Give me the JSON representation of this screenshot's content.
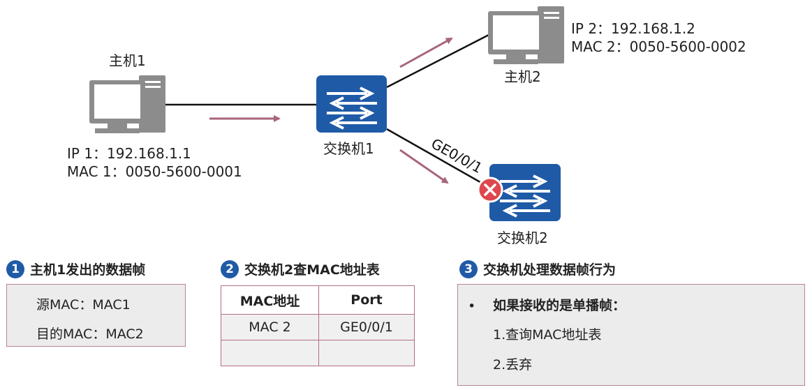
{
  "host1": {
    "name": "主机1",
    "ip": "IP 1：192.168.1.1",
    "mac": "MAC 1：0050-5600-0001"
  },
  "host2": {
    "name": "主机2",
    "ip": "IP 2：192.168.1.2",
    "mac": "MAC 2：0050-5600-0002"
  },
  "switch1": {
    "name": "交换机1"
  },
  "switch2": {
    "name": "交换机2"
  },
  "link_label": "GE0/0/1",
  "colors": {
    "switch_blue": "#1f5aa6",
    "arrow": "#a8647e",
    "error_red": "#e0464d",
    "pc_gray": "#8c8c8c"
  },
  "section1": {
    "num": "1",
    "title": "主机1发出的数据帧",
    "src": "源MAC：MAC1",
    "dst": "目的MAC：MAC2"
  },
  "section2": {
    "num": "2",
    "title": "交换机2查MAC地址表",
    "headers": [
      "MAC地址",
      "Port"
    ],
    "rows": [
      [
        "MAC 2",
        "GE0/0/1"
      ],
      [
        "",
        ""
      ]
    ]
  },
  "section3": {
    "num": "3",
    "title": "交换机处理数据帧行为",
    "bullet": "如果接收的是单播帧：",
    "steps": [
      "1.查询MAC地址表",
      "2.丢弃"
    ]
  }
}
